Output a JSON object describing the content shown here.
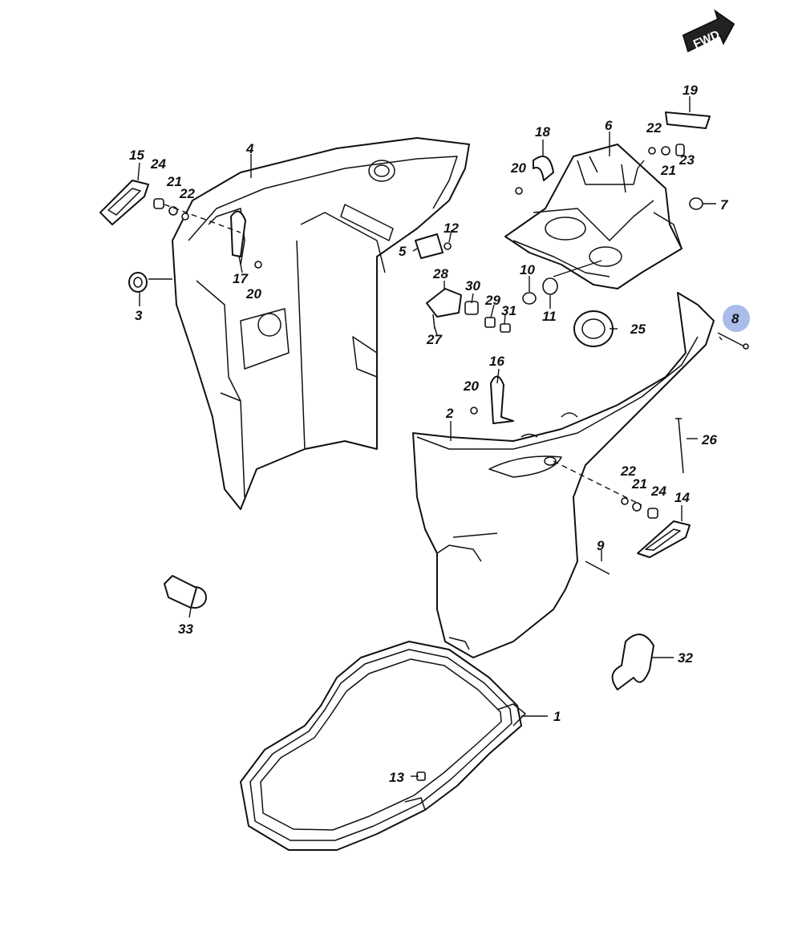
{
  "fwd_label": "FWD",
  "highlighted_part": "8",
  "callouts": {
    "p1": "1",
    "p2": "2",
    "p3": "3",
    "p4": "4",
    "p5": "5",
    "p6": "6",
    "p7": "7",
    "p8": "8",
    "p9": "9",
    "p10": "10",
    "p11": "11",
    "p12": "12",
    "p13": "13",
    "p14": "14",
    "p15": "15",
    "p16": "16",
    "p17": "17",
    "p18": "18",
    "p19": "19",
    "p20a": "20",
    "p20b": "20",
    "p20c": "20",
    "p21a": "21",
    "p21b": "21",
    "p21c": "21",
    "p22a": "22",
    "p22b": "22",
    "p22c": "22",
    "p23": "23",
    "p24a": "24",
    "p24b": "24",
    "p25": "25",
    "p26": "26",
    "p27": "27",
    "p28": "28",
    "p29": "29",
    "p30": "30",
    "p31": "31",
    "p32": "32",
    "p33": "33"
  }
}
